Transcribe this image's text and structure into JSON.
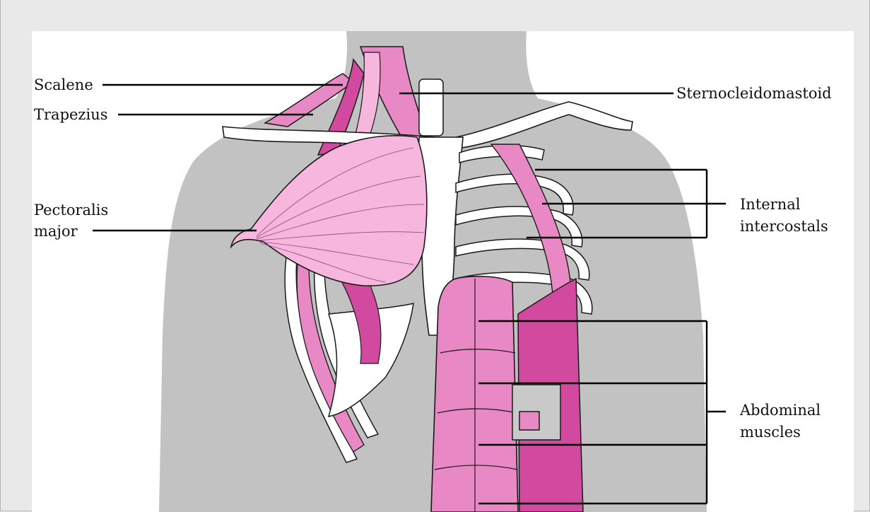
{
  "figure": {
    "labels": {
      "scalene": "Scalene",
      "trapezius": "Trapezius",
      "pectoralis_line1": "Pectoralis",
      "pectoralis_line2": "major",
      "sternocleidomastoid": "Sternocleidomastoid",
      "internal_line1": "Internal",
      "internal_line2": "intercostals",
      "abdominal_line1": "Abdominal",
      "abdominal_line2": "muscles"
    },
    "colors": {
      "background": "#e9e9e9",
      "panel": "#ffffff",
      "silhouette": "#c2c2c2",
      "muscle_light": "#f6b6de",
      "muscle_mid": "#e888c4",
      "muscle_dark": "#d24aa0",
      "bone": "#ffffff",
      "outline": "#1a1a1a"
    }
  }
}
